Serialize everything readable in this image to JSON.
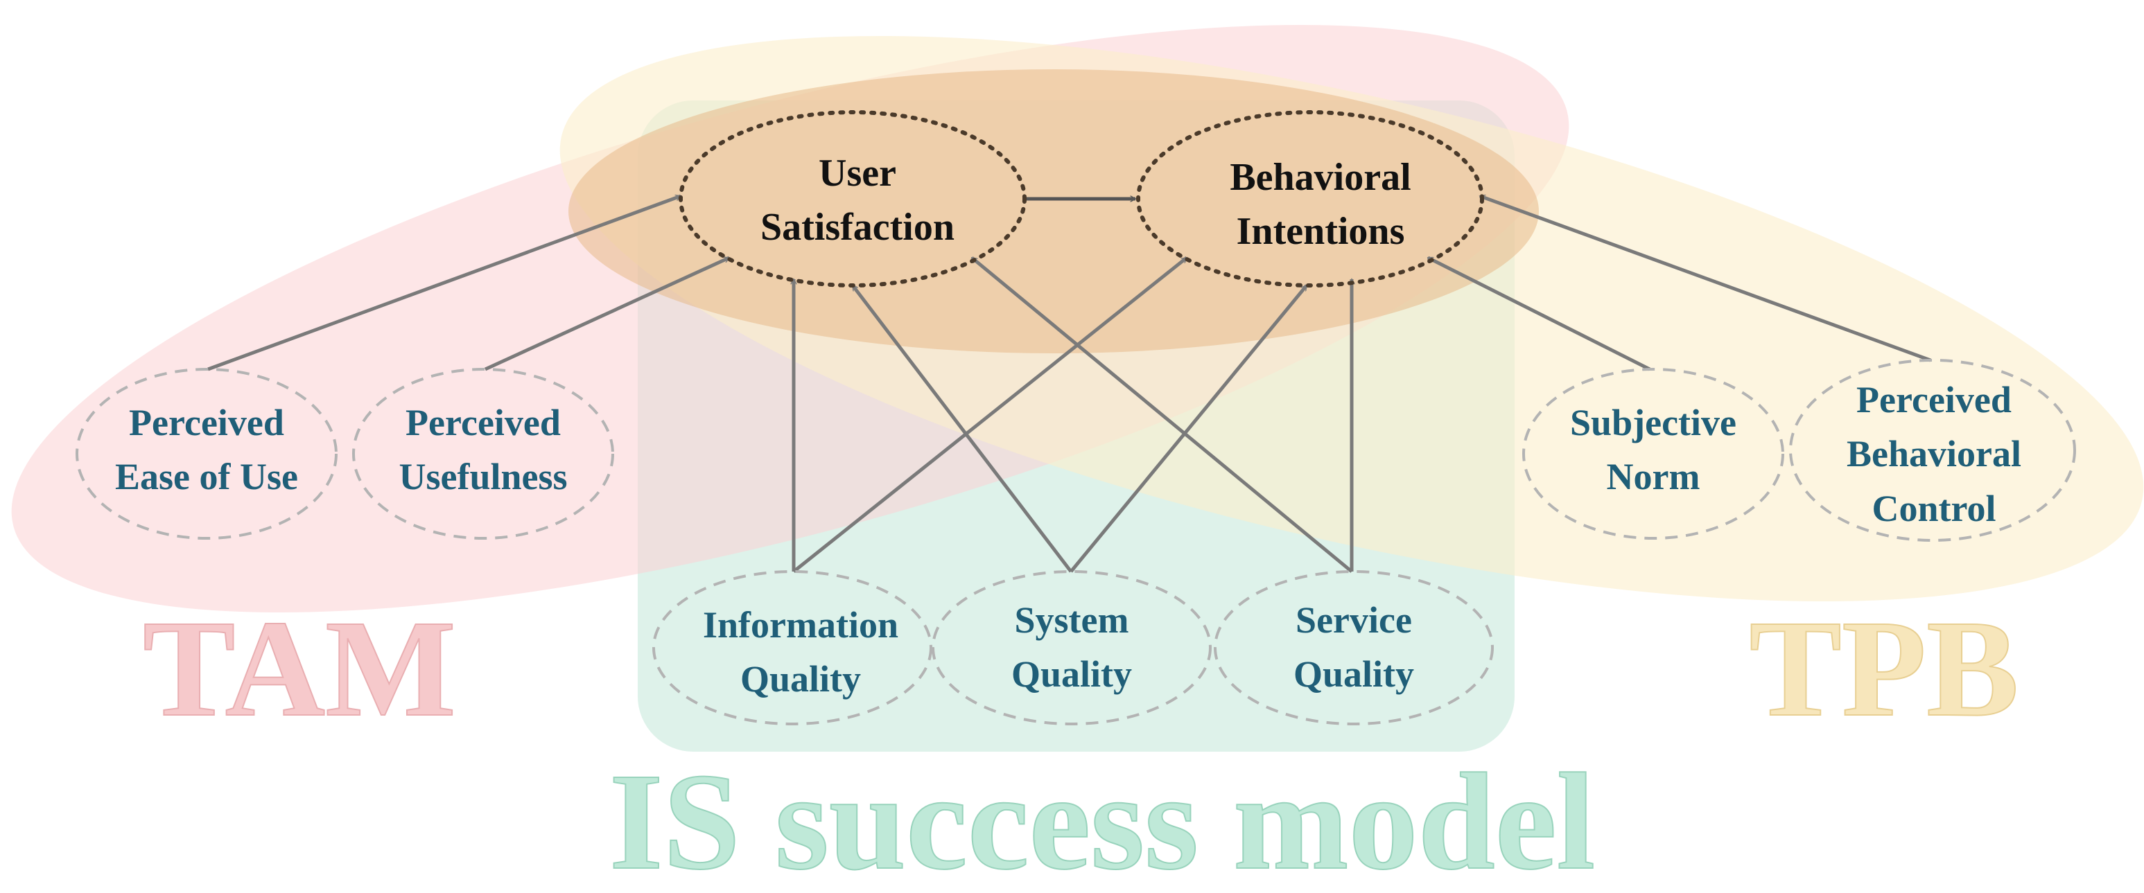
{
  "colors": {
    "tam_fill": "#fbd2d4",
    "tpb_fill": "#fcefcb",
    "is_fill": "#c8eadc",
    "core_fill": "#e8b98a",
    "node_text": "#1f5e78",
    "core_text": "#111111",
    "arrow": "#7a7a7a",
    "dash": "#b3b3b3",
    "dot": "#4a3a2a"
  },
  "core_nodes": {
    "user_satisfaction": {
      "line1": "User",
      "line2": "Satisfaction"
    },
    "behavioral_intentions": {
      "line1": "Behavioral",
      "line2": "Intentions"
    }
  },
  "tam_nodes": {
    "ease_of_use": {
      "line1": "Perceived",
      "line2": "Ease of Use"
    },
    "usefulness": {
      "line1": "Perceived",
      "line2": "Usefulness"
    }
  },
  "tpb_nodes": {
    "subjective_norm": {
      "line1": "Subjective",
      "line2": "Norm"
    },
    "behavioral_control": {
      "line1": "Perceived",
      "line2": "Behavioral",
      "line3": "Control"
    }
  },
  "is_nodes": {
    "information_quality": {
      "line1": "Information",
      "line2": "Quality"
    },
    "system_quality": {
      "line1": "System",
      "line2": "Quality"
    },
    "service_quality": {
      "line1": "Service",
      "line2": "Quality"
    }
  },
  "labels": {
    "tam": "TAM",
    "tpb": "TPB",
    "is": "IS success model"
  }
}
